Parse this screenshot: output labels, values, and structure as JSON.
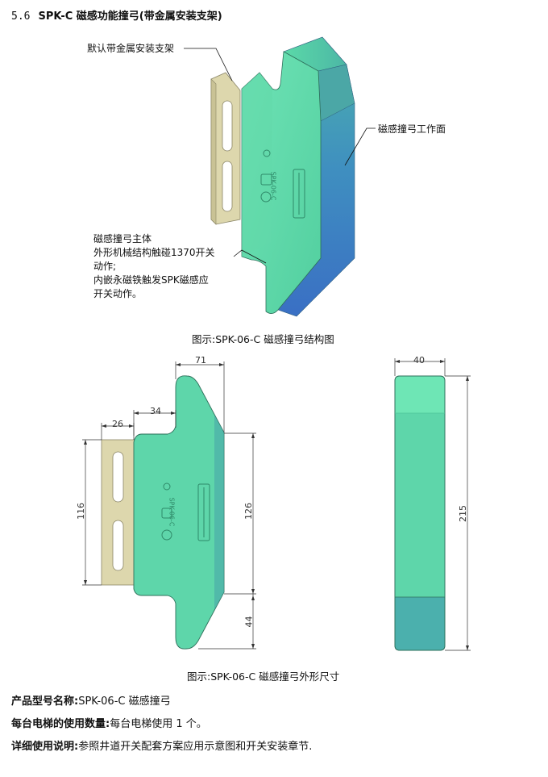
{
  "section": {
    "number": "5.6",
    "title": "SPK-C 磁感功能撞弓(带金属安装支架)"
  },
  "figure1": {
    "callouts": {
      "bracket": "默认带金属安装支架",
      "work_face": "磁感撞弓工作面",
      "body_line1": "磁感撞弓主体",
      "body_line2": "外形机械结构触碰1370开关",
      "body_line3": "动作;",
      "body_line4": "内嵌永磁铁触发SPK磁感应",
      "body_line5": "开关动作。"
    },
    "caption": "图示:SPK-06-C 磁感撞弓结构图",
    "engraving": "SPK-06-C"
  },
  "figure2": {
    "dimensions": {
      "width_total": "71",
      "width_body": "34",
      "width_bracket": "26",
      "height_bracket": "116",
      "height_body": "126",
      "height_tab": "44",
      "depth": "40",
      "length": "215"
    },
    "caption": "图示:SPK-06-C 磁感撞弓外形尺寸"
  },
  "info": {
    "model_label": "产品型号名称:",
    "model_value": "SPK-06-C 磁感撞弓",
    "usage_label": "每台电梯的使用数量:",
    "usage_value": "每台电梯使用 1 个。",
    "detail_label": "详细使用说明:",
    "detail_value": "参照井道开关配套方案应用示意图和开关安装章节."
  },
  "colors": {
    "body_green": "#5ed6aa",
    "body_light": "#7ae7bb",
    "face_blue": "#3f86c9",
    "face_teal": "#4aa6a8",
    "bracket_beige": "#ded8ae"
  }
}
